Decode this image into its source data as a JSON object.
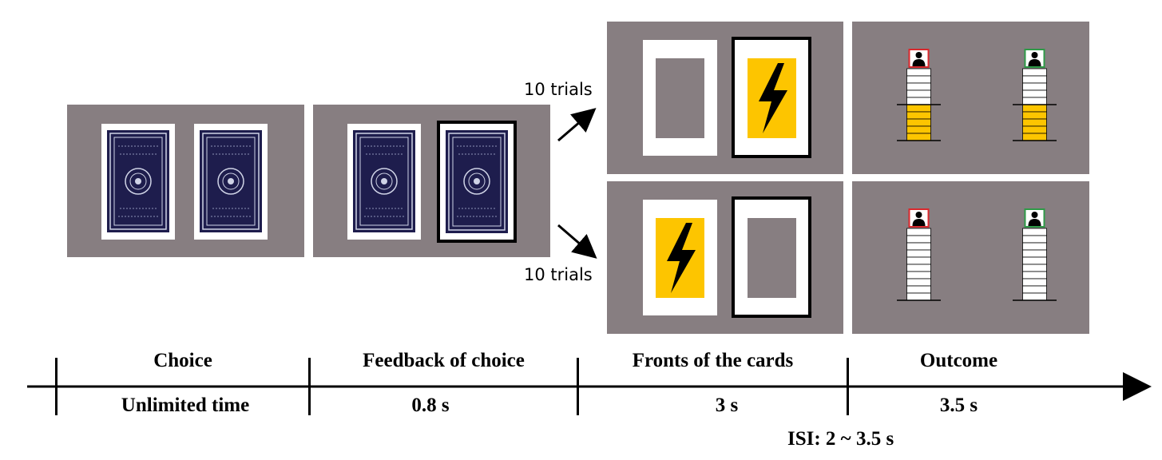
{
  "branches": {
    "upper_label": "10 trials",
    "lower_label": "10 trials"
  },
  "timeline": {
    "phases": [
      {
        "label": "Choice",
        "duration": "Unlimited time"
      },
      {
        "label": "Feedback of choice",
        "duration": "0.8 s"
      },
      {
        "label": "Fronts of the cards",
        "duration": "3 s"
      },
      {
        "label": "Outcome",
        "duration": "3.5 s"
      }
    ],
    "isi": "ISI: 2 ~ 3.5 s"
  },
  "outcome": {
    "upper_left_filled": 5,
    "upper_right_filled": 5,
    "lower_left_filled": 0,
    "lower_right_filled": 0,
    "stack_size": 10
  },
  "colors": {
    "panel": "#877e81",
    "card_back": "#1e1d4d",
    "bolt_bg": "#fdc500",
    "left_player_frame": "#d9282d",
    "right_player_frame": "#2e9a47"
  },
  "icons": {
    "card_back": "ornamental-card-back-icon",
    "shock": "lightning-bolt-icon",
    "player": "person-icon",
    "arrow": "arrow-icon"
  }
}
